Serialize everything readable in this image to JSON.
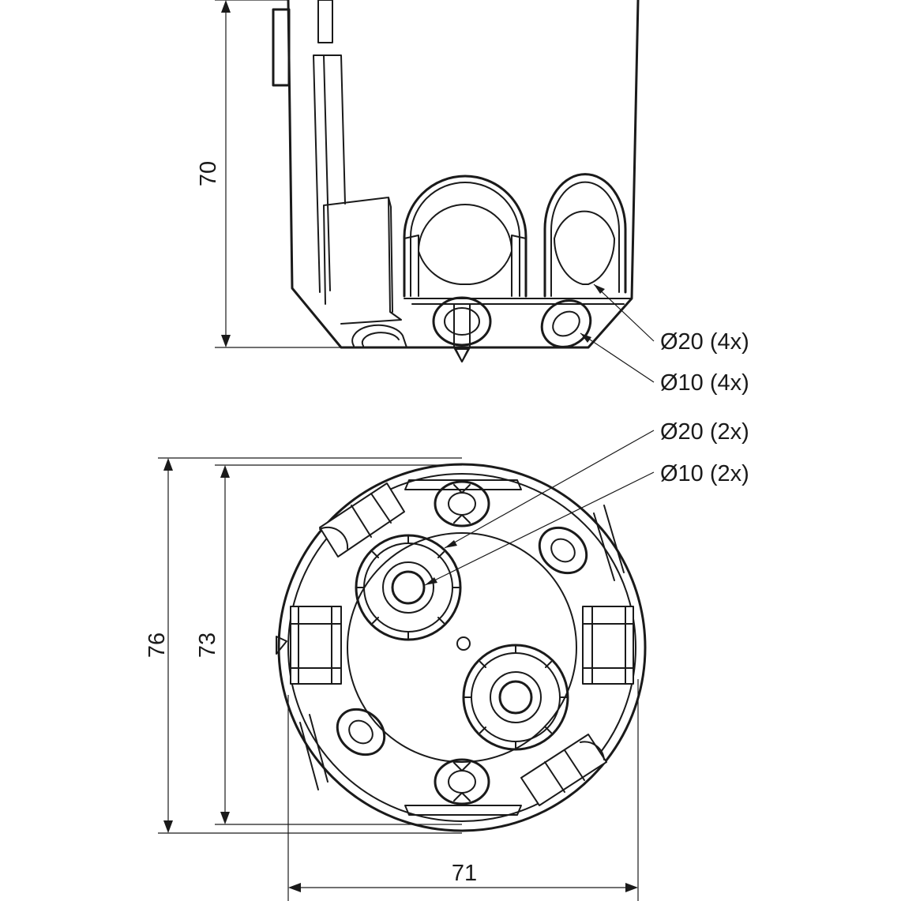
{
  "dimensions": {
    "height": "70",
    "outer_diameter": "76",
    "inner_diameter": "73",
    "width": "71"
  },
  "callouts": {
    "side_large_holes": "Ø20 (4x)",
    "side_small_holes": "Ø10 (4x)",
    "bottom_large_holes": "Ø20 (2x)",
    "bottom_small_holes": "Ø10 (2x)"
  },
  "colors": {
    "line": "#1a1a1a",
    "background": "#ffffff"
  }
}
